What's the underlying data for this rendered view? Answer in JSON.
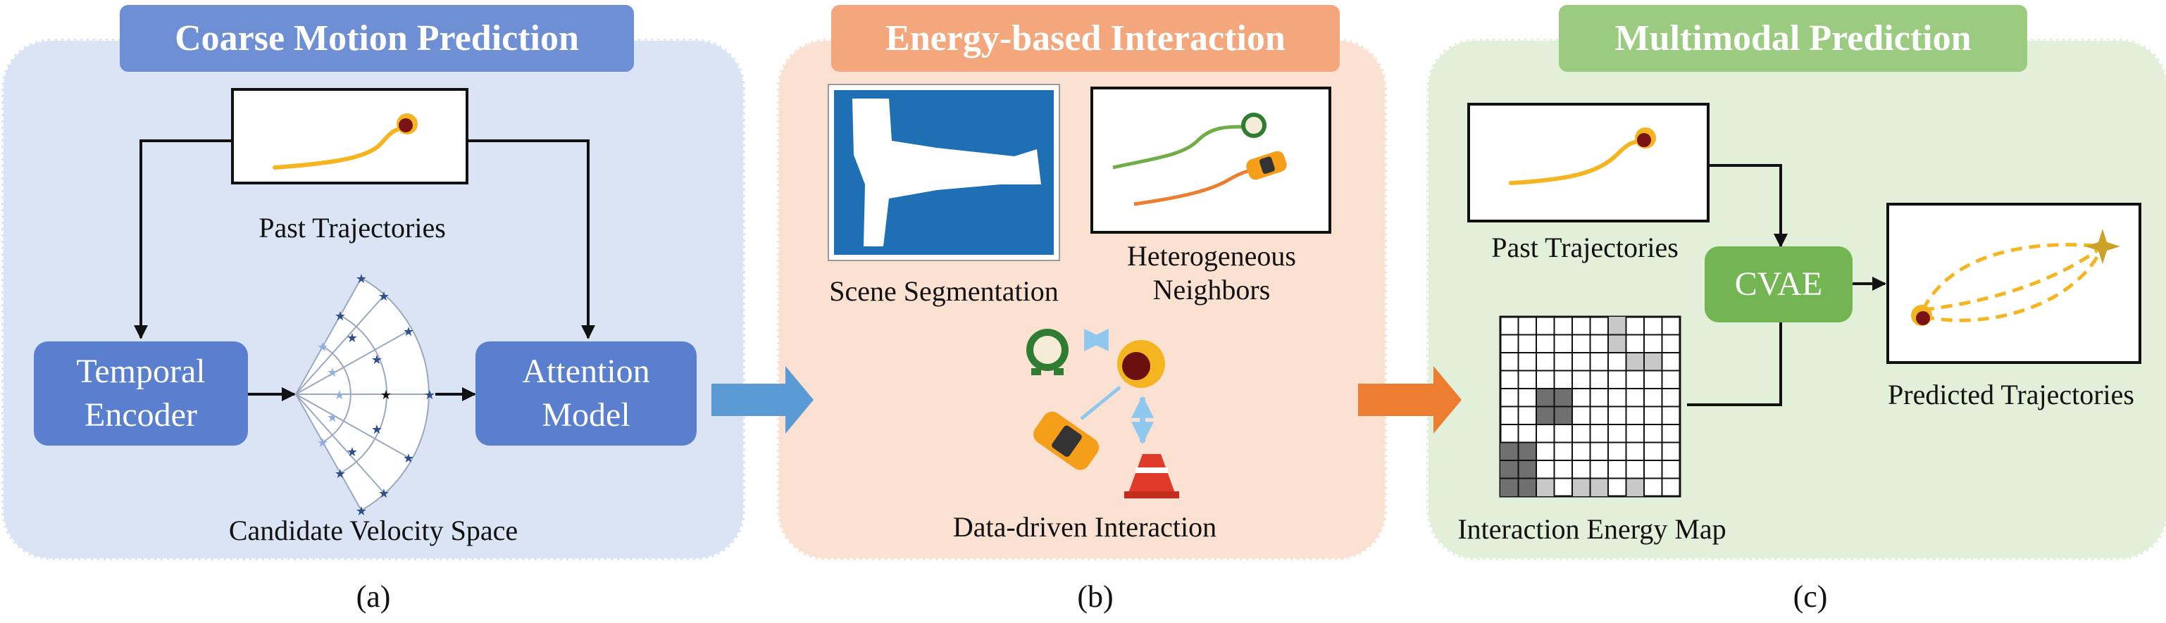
{
  "panels": {
    "a": {
      "title": "Coarse Motion Prediction",
      "past_label": "Past Trajectories",
      "encoder_label": "Temporal\nEncoder",
      "attention_label": "Attention\nModel",
      "velocity_label": "Candidate Velocity Space",
      "caption": "(a)"
    },
    "b": {
      "title": "Energy-based Interaction",
      "scene_label": "Scene Segmentation",
      "neighbors_label": "Heterogeneous\nNeighbors",
      "interaction_label": "Data-driven Interaction",
      "caption": "(b)"
    },
    "c": {
      "title": "Multimodal Prediction",
      "past_label": "Past Trajectories",
      "cvae_label": "CVAE",
      "energy_label": "Interaction Energy Map",
      "predicted_label": "Predicted Trajectories",
      "caption": "(c)"
    }
  },
  "colors": {
    "panel_a_bg": "#dbe4f4",
    "panel_a_header": "#6f8fd4",
    "panel_b_bg": "#fbe1d2",
    "panel_b_header": "#f4a77c",
    "panel_c_bg": "#e2f0d9",
    "panel_c_header": "#9bcb80",
    "module_blue": "#5b7fcf",
    "cvae_green": "#72b552",
    "trajectory_orange": "#f5b520",
    "arrow_blue": "#5b9bd5",
    "arrow_orange": "#ed7d31"
  }
}
